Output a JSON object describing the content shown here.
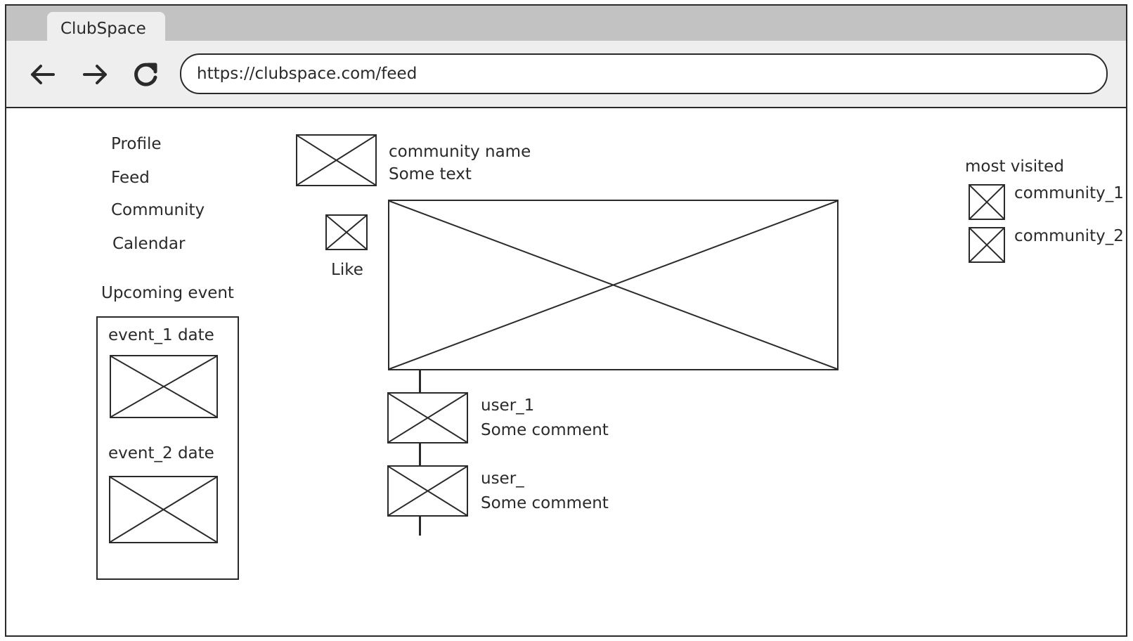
{
  "browser": {
    "tab_title": "ClubSpace",
    "url": "https://clubspace.com/feed",
    "nav": {
      "back_icon": "arrow-left-icon",
      "forward_icon": "arrow-right-icon",
      "reload_icon": "reload-icon"
    }
  },
  "sidebar": {
    "items": [
      {
        "label": "Profile"
      },
      {
        "label": "Feed"
      },
      {
        "label": "Community"
      },
      {
        "label": "Calendar"
      }
    ],
    "upcoming": {
      "heading": "Upcoming event",
      "events": [
        {
          "date_label": "event_1 date"
        },
        {
          "date_label": "event_2 date"
        }
      ]
    }
  },
  "post": {
    "community_name": "community name",
    "text": "Some text",
    "like_label": "Like",
    "comments": [
      {
        "user": "user_1",
        "comment": "Some comment"
      },
      {
        "user": "user_",
        "comment": "Some comment"
      }
    ]
  },
  "most_visited": {
    "heading": "most visited",
    "items": [
      {
        "name": "community_1"
      },
      {
        "name": "community_2"
      }
    ]
  },
  "colors": {
    "ink": "#2a2a2a",
    "tabbar": "#c2c2c2",
    "toolbar": "#eeeeee"
  }
}
